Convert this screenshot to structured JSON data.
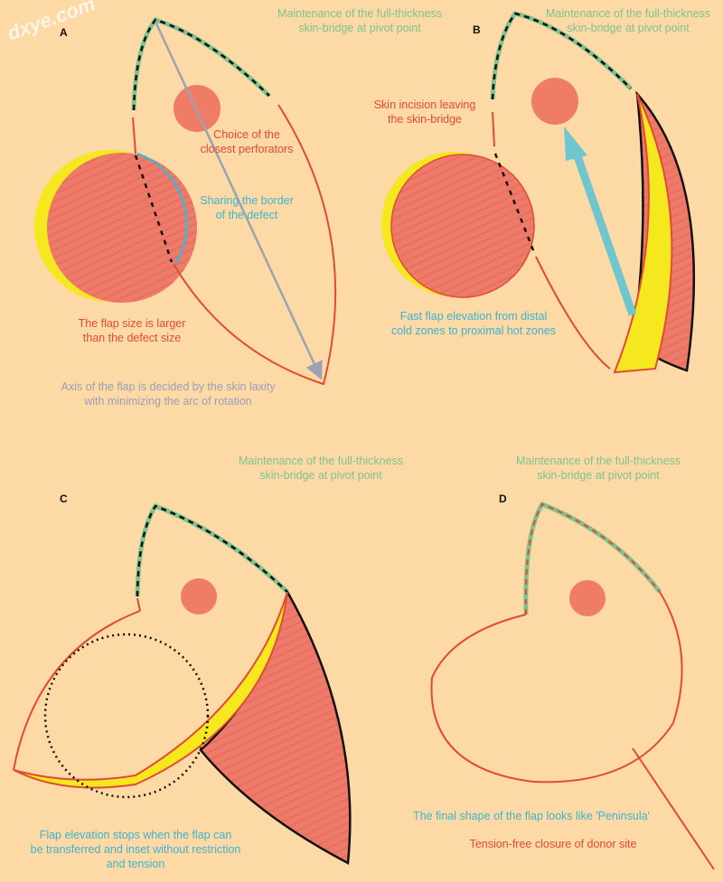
{
  "watermark": "dxye.com",
  "colors": {
    "background": "#fcd9a5",
    "skin_bridge": "#7fc38f",
    "incision": "#e24a35",
    "muscle": "#ee7b6a",
    "fat": "#f5e81e",
    "arrow_blue": "#6fc6cf",
    "axis_gray": "#9aa3b5"
  },
  "panels": {
    "a": {
      "label": "A",
      "bridge_note": [
        "Maintenance of the full-thickness",
        "skin-bridge at pivot point"
      ],
      "perforator_note": [
        "Choice of the",
        "closest perforators"
      ],
      "border_note": [
        "Sharing the border",
        "of the defect"
      ],
      "size_note": [
        "The flap size is larger",
        "than the defect size"
      ],
      "axis_note": [
        "Axis of the flap is decided by the skin laxity",
        "with minimizing the arc of rotation"
      ]
    },
    "b": {
      "label": "B",
      "bridge_note": [
        "Maintenance of the full-thickness",
        "skin-bridge at pivot point"
      ],
      "incision_note": [
        "Skin incision leaving",
        "the skin-bridge"
      ],
      "elevation_note": [
        "Fast flap elevation from distal",
        "cold zones to proximal hot zones"
      ]
    },
    "c": {
      "label": "C",
      "bridge_note": [
        "Maintenance of the full-thickness",
        "skin-bridge at pivot point"
      ],
      "stop_note": [
        "Flap elevation stops when the flap can",
        "be transferred and inset without restriction",
        "and tension"
      ]
    },
    "d": {
      "label": "D",
      "bridge_note": [
        "Maintenance of the full-thickness",
        "skin-bridge at pivot point"
      ],
      "shape_note": "The final shape of the flap looks like 'Peninsula'",
      "closure_note": "Tension-free closure of donor site"
    }
  }
}
